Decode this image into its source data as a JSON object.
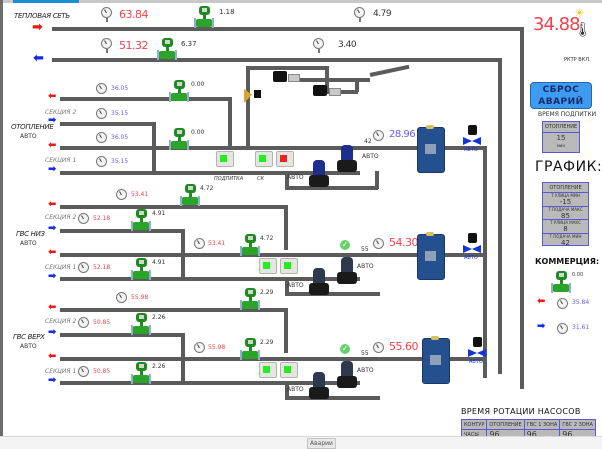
{
  "network": {
    "label": "ТЕПЛОВАЯ СЕТЬ",
    "supply_pressure_temp": "63.84",
    "return_pressure_temp": "51.32",
    "supply_flow": "1.18",
    "return_flow": "6.37",
    "supply_far_gauge": "4.79",
    "return_far_gauge": "3.40"
  },
  "outdoor": {
    "temperature": "34.88",
    "mode_label": "РКТР ВКЛ."
  },
  "reset_button": {
    "line1": "СБРОС",
    "line2": "АВАРИЙ"
  },
  "refill_time": {
    "title": "ВРЕМЯ ПОДПИТКИ",
    "header": "ОТОПЛЕНИЕ",
    "value": "15",
    "unit": "мин"
  },
  "schedule": {
    "title": "ГРАФИК:",
    "header": "ОТОПЛЕНИЕ",
    "rows": [
      {
        "label": "Т УЛИЦА МИН",
        "value": "-15"
      },
      {
        "label": "Т ПОДАЧА МАКС",
        "value": "85"
      },
      {
        "label": "Т УЛИЦА МАКС",
        "value": "8"
      },
      {
        "label": "Т ПОДАЧА МИН",
        "value": "42"
      }
    ]
  },
  "commercial": {
    "title": "КОММЕРЦИЯ:",
    "flow": "0.00",
    "supply_temp": "35.84",
    "return_temp": "31.61"
  },
  "heating": {
    "label": "ОТОПЛЕНИЕ",
    "mode": "АВТО",
    "section2_label": "СЕКЦИЯ 2",
    "section1_label": "СЕКЦИЯ 1",
    "sec2_supply_temp": "36.05",
    "sec2_return_temp": "35.15",
    "sec1_supply_temp": "36.05",
    "sec1_return_temp": "35.15",
    "sec2_flow": "0.00",
    "sec1_flow": "0.00",
    "setpoint": "42",
    "outlet_temp": "28.96",
    "pump1_mode": "АВТО",
    "pump2_mode": "АВТО",
    "valve_mode": "АВТО",
    "relay_refill_label": "ПОДПИТКА",
    "relay_sk_label": "СК"
  },
  "dhw_low": {
    "label": "ГВС НИЗ",
    "mode": "АВТО",
    "section2_label": "СЕКЦИЯ 2",
    "section1_label": "СЕКЦИЯ 1",
    "top_supply_temp": "53.41",
    "sec2_temp": "52.18",
    "mid_supply_temp": "53.41",
    "sec1_temp": "52.18",
    "top_flow": "4.72",
    "sec2_flow": "4.91",
    "mid_flow": "4.72",
    "sec1_flow": "4.91",
    "setpoint": "55",
    "outlet_temp": "54.30",
    "pump1_mode": "АВТО",
    "pump2_mode": "АВТО",
    "valve_mode": "АВТО"
  },
  "dhw_high": {
    "label": "ГВС ВЕРХ",
    "mode": "АВТО",
    "section2_label": "СЕКЦИЯ 2",
    "section1_label": "СЕКЦИЯ 1",
    "top_supply_temp": "55.98",
    "sec2_temp": "50.85",
    "mid_supply_temp": "55.98",
    "sec1_temp": "50.85",
    "top_flow": "2.29",
    "sec2_flow": "2.26",
    "mid_flow": "2.29",
    "sec1_flow": "2.26",
    "setpoint": "55",
    "outlet_temp": "55.60",
    "pump1_mode": "АВТО",
    "pump2_mode": "АВТО",
    "valve_mode": "АВТО"
  },
  "pump_rotation": {
    "title": "ВРЕМЯ РОТАЦИИ НАСОСОВ",
    "headers": [
      "КОНТУР",
      "ОТОПЛЕНИЕ",
      "ГВС 1 ЗОНА",
      "ГВС 2 ЗОНА"
    ],
    "row_label": "ЧАСЫ",
    "values": [
      "96",
      "96",
      "96"
    ]
  },
  "bottom_tab": {
    "label": "Аварии"
  },
  "colors": {
    "supply": "#f01818",
    "return": "#1428f0",
    "flowmeter": "#2aa52a",
    "pipe": "#5b5b5b",
    "reset": "#3d9cf0"
  }
}
